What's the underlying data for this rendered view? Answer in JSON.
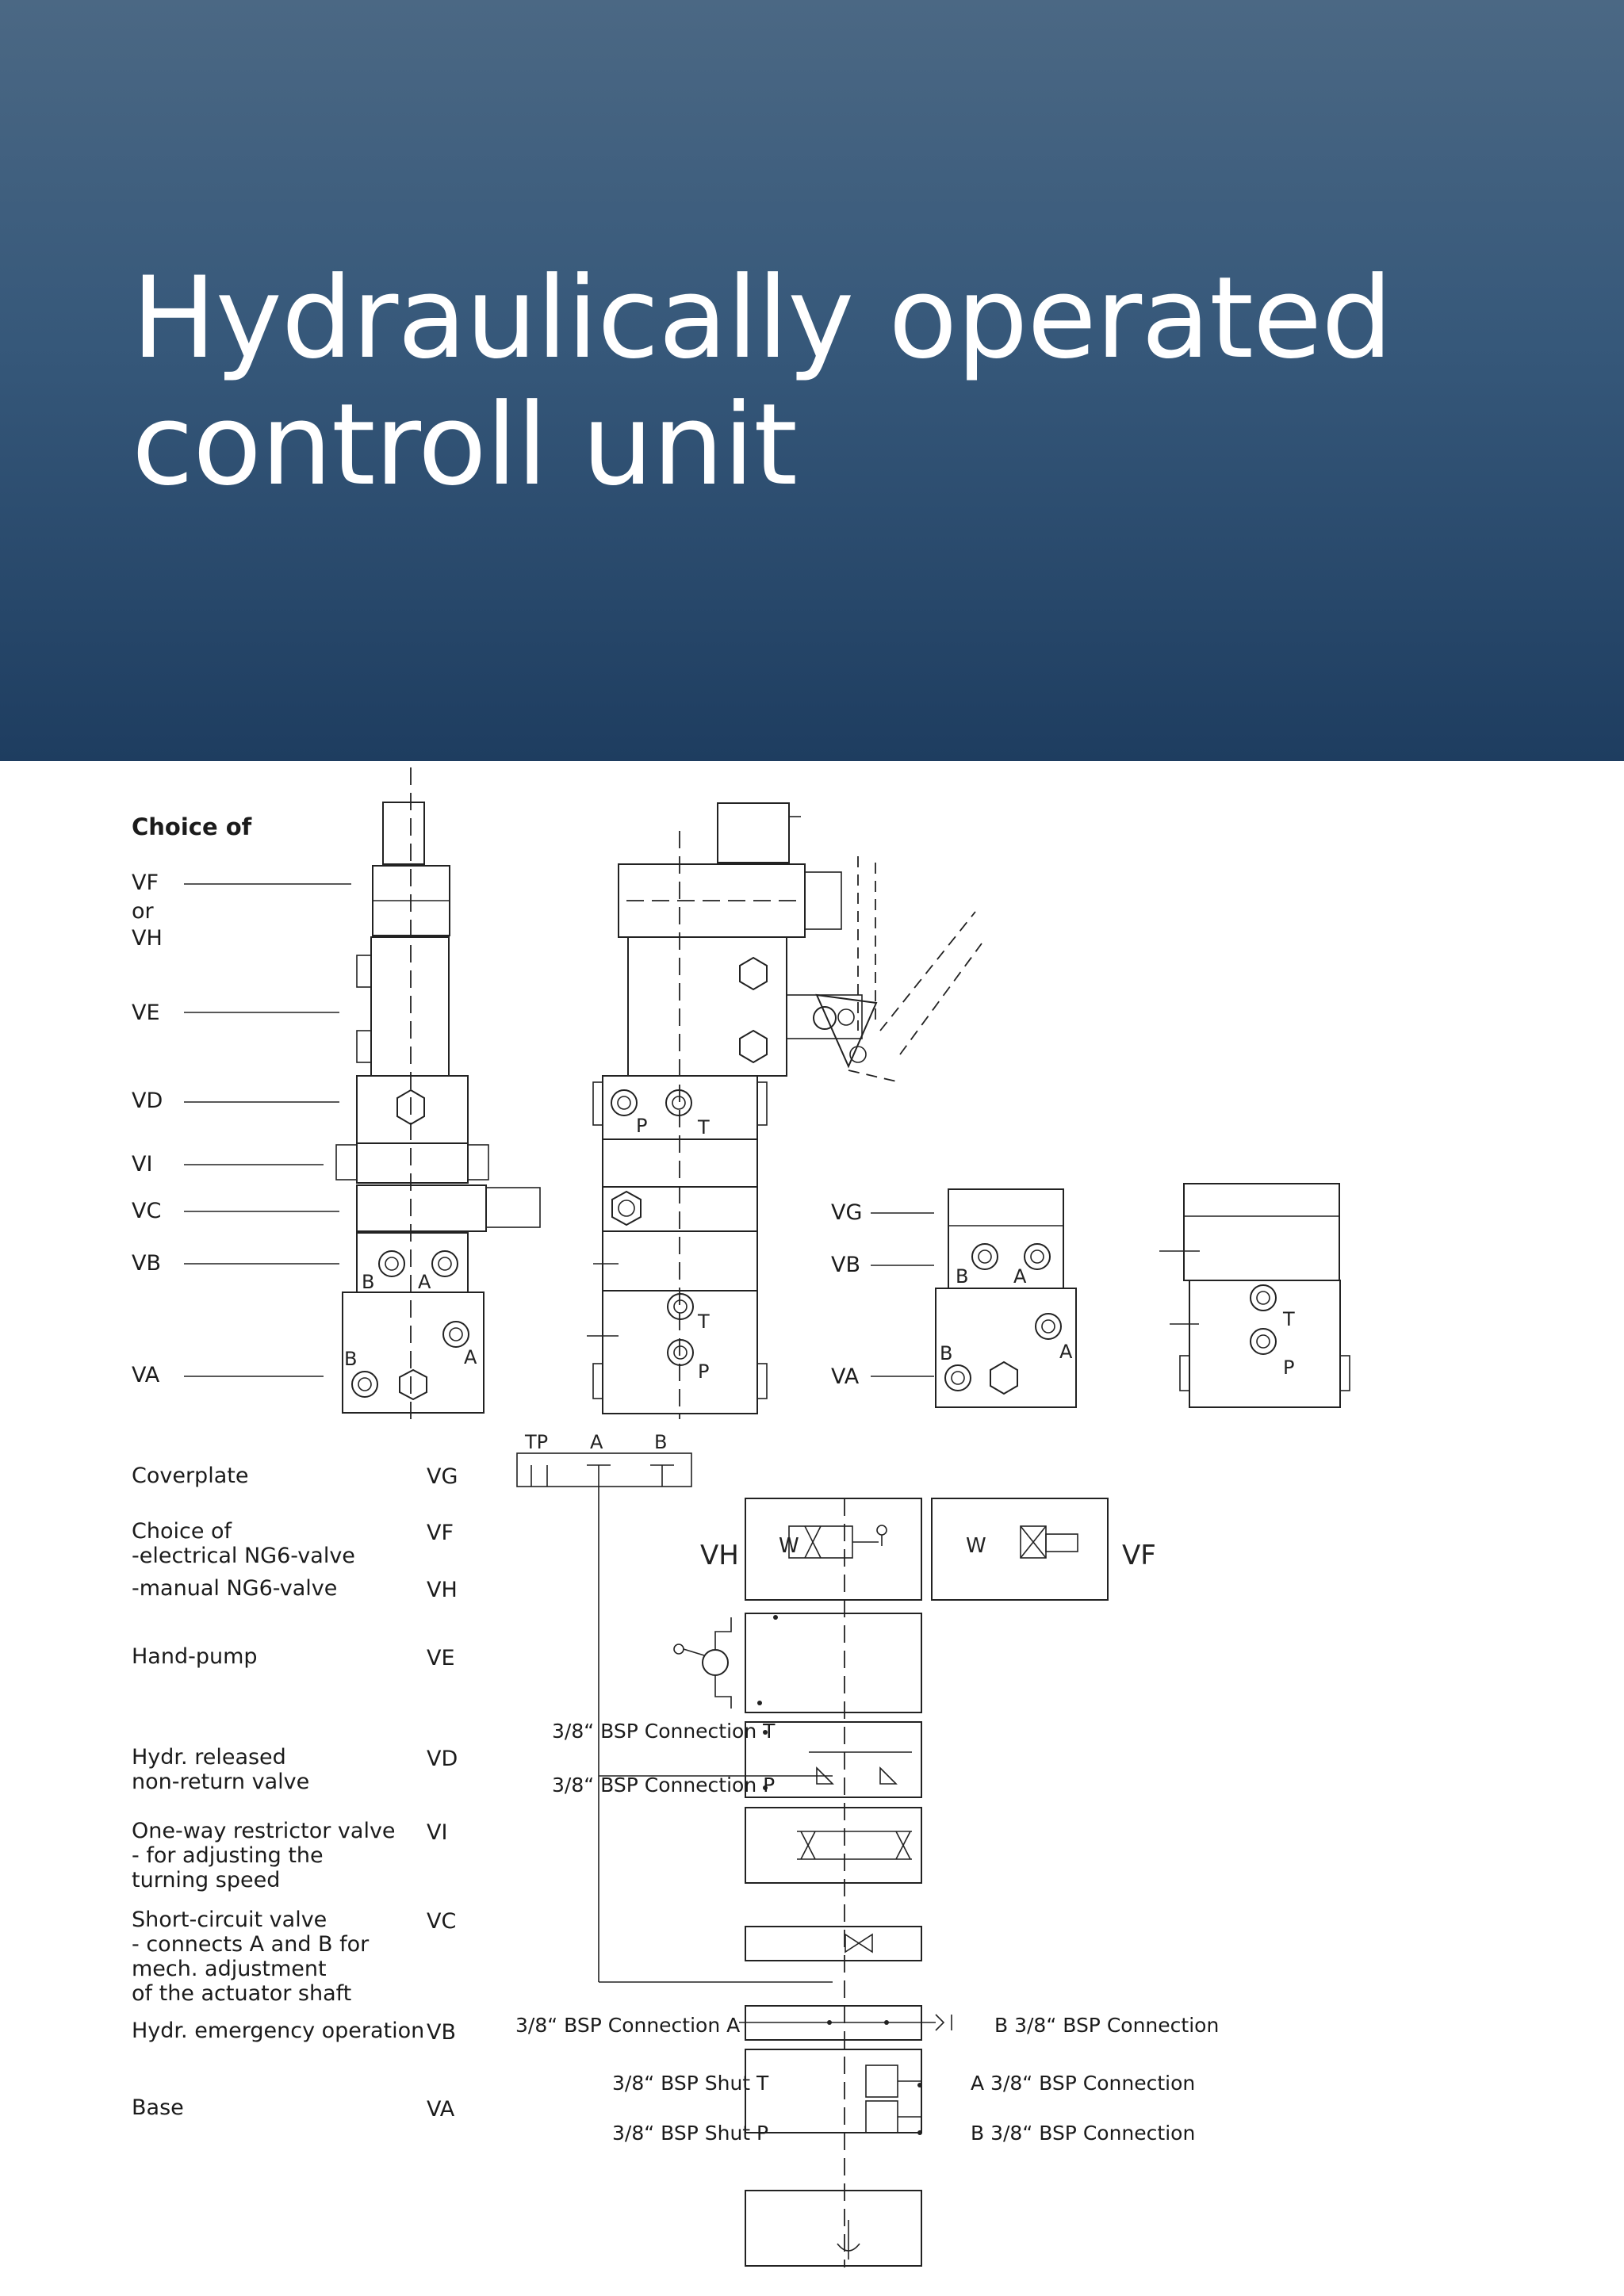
{
  "header": {
    "title": "Hydraulically operated controll unit"
  },
  "figure_labels": {
    "choice_of": "Choice of",
    "vf": "VF",
    "or": "or",
    "vh": "VH",
    "ve": "VE",
    "vd": "VD",
    "vi": "VI",
    "vc": "VC",
    "vb": "VB",
    "va": "VA",
    "vg": "VG",
    "vb2": "VB",
    "va2": "VA"
  },
  "port_letters": {
    "p": "P",
    "t": "T",
    "a": "A",
    "b": "B",
    "w": "W"
  },
  "legend": [
    {
      "label": "Coverplate",
      "code": "VG"
    },
    {
      "label": "Choice of\n-electrical NG6-valve",
      "code": "VF"
    },
    {
      "label": "-manual NG6-valve",
      "code": "VH"
    },
    {
      "label": "Hand-pump",
      "code": "VE"
    },
    {
      "label": "Hydr. released\nnon-return valve",
      "code": "VD"
    },
    {
      "label": "One-way restrictor valve\n- for adjusting the\nturning speed",
      "code": "VI"
    },
    {
      "label": "Short-circuit valve\n- connects A and B for\nmech. adjustment\nof the actuator shaft",
      "code": "VC"
    },
    {
      "label": "Hydr. emergency operation",
      "code": "VB"
    },
    {
      "label": "Base",
      "code": "VA"
    }
  ],
  "schematic": {
    "top_ports": {
      "tp": "TP",
      "a": "A",
      "b": "B"
    },
    "vh": "VH",
    "vf": "VF",
    "conn_t": "3/8“ BSP Connection T",
    "conn_p": "3/8“ BSP Connection P",
    "conn_a_left": "3/8“ BSP Connection A",
    "conn_b_right": "B 3/8“ BSP Connection",
    "shut_t": "3/8“ BSP Shut T",
    "shut_p": "3/8“ BSP Shut P",
    "conn_a_right": "A 3/8“ BSP Connection",
    "conn_b_right2": "B 3/8“ BSP Connection"
  }
}
